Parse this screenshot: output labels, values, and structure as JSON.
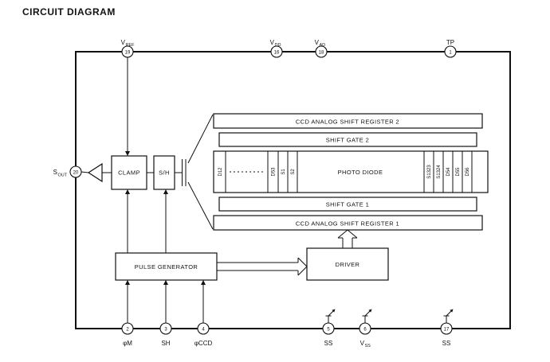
{
  "title": "CIRCUIT DIAGRAM",
  "blocks": {
    "clamp": "CLAMP",
    "sample_hold": "S/H",
    "pulse_generator": "PULSE GENERATOR",
    "driver": "DRIVER",
    "ccd_register_2": "CCD ANALOG SHIFT REGISTER 2",
    "shift_gate_2": "SHIFT GATE 2",
    "photo_diode": "PHOTO DIODE",
    "shift_gate_1": "SHIFT GATE 1",
    "ccd_register_1": "CCD ANALOG SHIFT REGISTER 1"
  },
  "photodiode_cells": [
    "D12",
    "D53",
    "S1",
    "S2",
    "S1323",
    "S1324",
    "D54",
    "D55",
    "D56"
  ],
  "pins": {
    "vref": {
      "main": "V",
      "sub": "REF",
      "num": "19"
    },
    "vdd": {
      "main": "V",
      "sub": "DD",
      "num": "16"
    },
    "vad": {
      "main": "V",
      "sub": "AD",
      "num": "18"
    },
    "tp": {
      "main": "TP",
      "sub": "",
      "num": "1"
    },
    "sout": {
      "main": "S",
      "sub": "OUT",
      "num": "20"
    },
    "phim": {
      "main": "φM",
      "sub": "",
      "num": "2"
    },
    "sh": {
      "main": "SH",
      "sub": "",
      "num": "3"
    },
    "phiccd": {
      "main": "φCCD",
      "sub": "",
      "num": "4"
    },
    "ss1": {
      "main": "SS",
      "sub": "",
      "num": "5"
    },
    "vss": {
      "main": "V",
      "sub": "SS",
      "num": "6"
    },
    "ss2": {
      "main": "SS",
      "sub": "",
      "num": "17"
    }
  },
  "colors": {
    "ink": "#111111",
    "paper": "#ffffff"
  }
}
